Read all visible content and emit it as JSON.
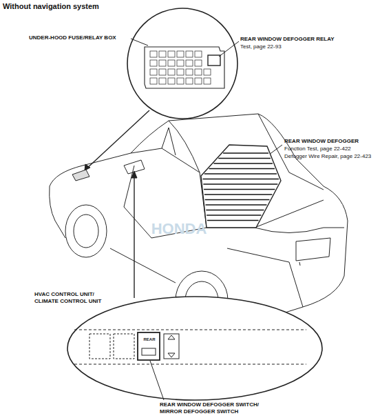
{
  "diagram": {
    "title": "Without navigation system",
    "labels": [
      "UNDER-HOOD FUSE/RELAY BOX",
      "REAR WINDOW DEFOGGER RELAY",
      "Test, page 22-93",
      "REAR WINDOW DEFOGGER",
      "Function Test, page 22-422",
      "Defogger Wire Repair, page 22-423",
      "HVAC CONTROL UNIT/ CLIMATE CONTROL UNIT",
      "REAR WINDOW DEFOGGER SWITCH/ MIRROR DEFOGGER SWITCH",
      "REAR",
      "HONDA"
    ]
  }
}
